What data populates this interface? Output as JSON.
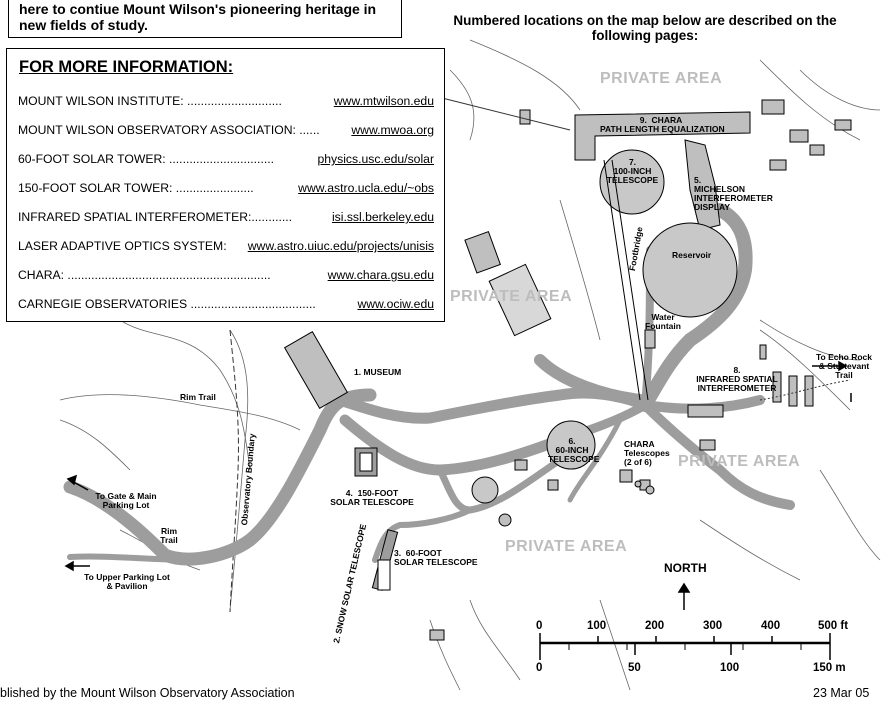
{
  "top_note": "here to contiue Mount Wilson's pioneering heritage in new fields of study.",
  "map_intro": "Numbered locations on the map below are described on the following pages:",
  "info_box": {
    "title": "FOR MORE INFORMATION:",
    "rows": [
      {
        "label": "MOUNT WILSON INSTITUTE: ............................",
        "url": "www.mtwilson.edu"
      },
      {
        "label": "MOUNT WILSON OBSERVATORY ASSOCIATION: ......",
        "url": "www.mwoa.org"
      },
      {
        "label": "60-FOOT SOLAR TOWER: ...............................",
        "url": "physics.usc.edu/solar"
      },
      {
        "label": "150-FOOT SOLAR TOWER:  .......................",
        "url": "www.astro.ucla.edu/~obs"
      },
      {
        "label": "INFRARED SPATIAL INTERFEROMETER:............",
        "url": "isi.ssl.berkeley.edu"
      },
      {
        "label": "LASER ADAPTIVE OPTICS SYSTEM:",
        "url": "www.astro.uiuc.edu/projects/unisis"
      },
      {
        "label": "CHARA:  ............................................................",
        "url": "www.chara.gsu.edu"
      },
      {
        "label": "CARNEGIE OBSERVATORIES  .....................................",
        "url": "www.ociw.edu"
      }
    ]
  },
  "map": {
    "private_area": "PRIVATE AREA",
    "loc_chara": "9.  CHARA\nPATH LENGTH EQUALIZATION",
    "loc_100inch": "7.\n100-INCH\nTELESCOPE",
    "loc_michelson": "5.\nMICHELSON\nINTERFEROMETER\nDISPLAY",
    "reservoir": "Reservoir",
    "footbridge": "Footbridge",
    "water_fountain": "Water\nFountain",
    "loc_museum": "1.  MUSEUM",
    "rim_trail_top": "Rim Trail",
    "observatory_boundary": "Observatory   Boundary",
    "loc_60inch": "6.\n60-INCH\nTELESCOPE",
    "chara_telescopes": "CHARA\nTelescopes\n(2 of 6)",
    "loc_isi": "8.\nINFRARED SPATIAL\nINTERFEROMETER",
    "echo_rock": "To Echo Rock\n& Sturtevant\nTrail",
    "loc_150foot": "4.  150-FOOT\nSOLAR TELESCOPE",
    "to_gate": "To Gate & Main\nParking Lot",
    "rim_trail_bottom": "Rim\nTrail",
    "loc_60foot": "3.  60-FOOT\nSOLAR TELESCOPE",
    "loc_snow": "2.  SNOW SOLAR TELESCOPE",
    "to_upper_parking": "To Upper Parking Lot\n& Pavilion",
    "north": "NORTH",
    "scale_ft": [
      "0",
      "100",
      "200",
      "300",
      "400",
      "500 ft"
    ],
    "scale_m": [
      "0",
      "50",
      "100",
      "150 m"
    ]
  },
  "colors": {
    "road": "#9d9d9d",
    "building": "#bfbfbf",
    "private_text": "#bdbdbd"
  },
  "footer": {
    "left": "blished by the Mount Wilson Observatory Association",
    "right": "23 Mar 05"
  }
}
